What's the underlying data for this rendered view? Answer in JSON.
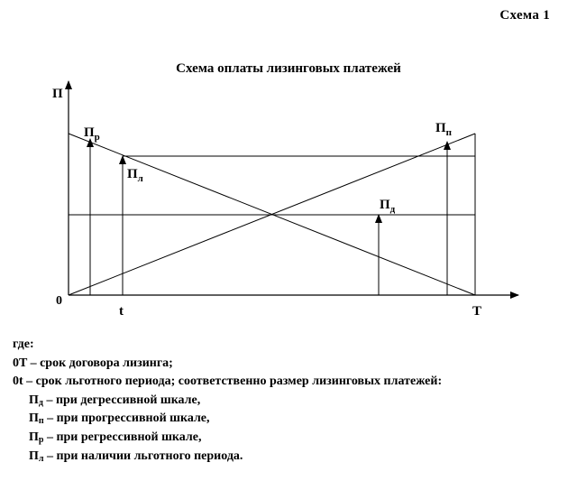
{
  "header": {
    "scheme_number": "Схема  1",
    "title": "Схема оплаты лизинговых платежей"
  },
  "diagram": {
    "axis_y_label": "П",
    "axis_origin_label": "0",
    "tick_t_label": "t",
    "tick_T_label": "T",
    "label_regressive": {
      "main": "П",
      "sub": "р"
    },
    "label_progressive": {
      "main": "П",
      "sub": "п"
    },
    "label_degressive": {
      "main": "П",
      "sub": "д"
    },
    "label_grace": {
      "main": "П",
      "sub": "л"
    }
  },
  "legend": {
    "intro": "где:",
    "line_0T": "0T – срок договора лизинга;",
    "line_0t": "0t – срок льготного периода; соответственно размер лизинговых платежей:",
    "items": [
      {
        "main": "П",
        "sub": "д",
        "text": " – при дегрессивной шкале,"
      },
      {
        "main": "П",
        "sub": "п",
        "text": " – при прогрессивной шкале,"
      },
      {
        "main": "П",
        "sub": "р",
        "text": " – при регрессивной шкале,"
      },
      {
        "main": "П",
        "sub": "л",
        "text": " – при наличии льготного периода."
      }
    ]
  }
}
